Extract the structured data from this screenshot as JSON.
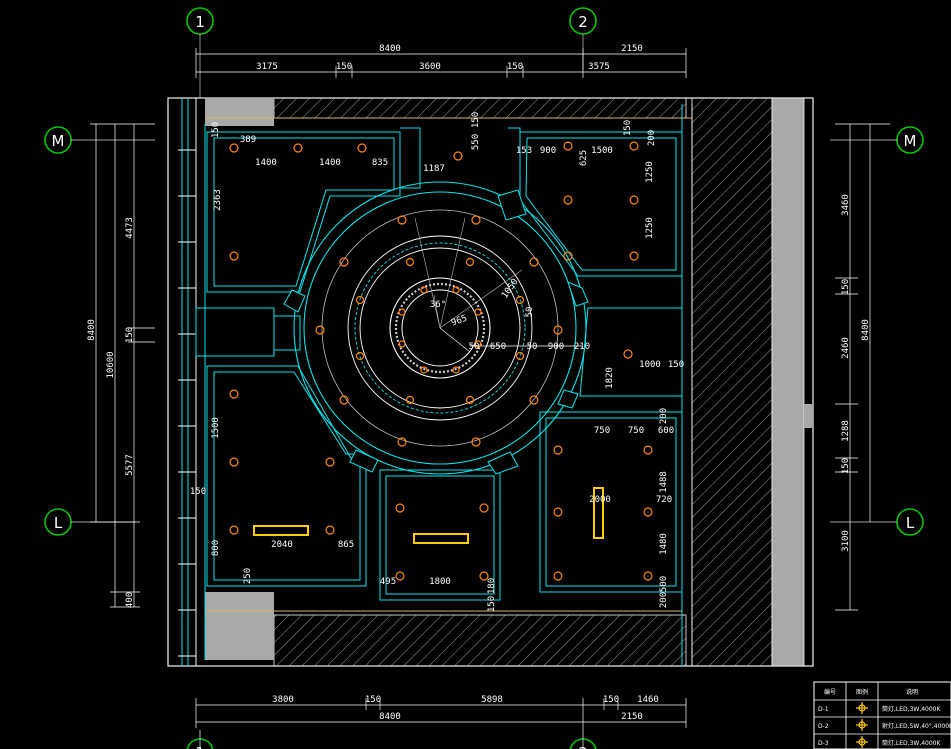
{
  "grid": {
    "col1": "1",
    "col2": "2",
    "rowM": "M",
    "rowL": "L"
  },
  "top_dims": {
    "overall": "8400",
    "right_ext": "2150",
    "segments": [
      "3175",
      "150",
      "3600",
      "150",
      "3575"
    ]
  },
  "bottom_dims": {
    "segments": [
      "3800",
      "150",
      "5898",
      "150",
      "1460"
    ],
    "overall": "8400",
    "right_ext": "2150"
  },
  "left_dims": {
    "overall": "8400",
    "total": "10600",
    "upper": "4473",
    "mid": "150",
    "lower": "5577",
    "base": "400"
  },
  "right_dims": {
    "overall": "8400",
    "segments": [
      "3460",
      "150",
      "2460",
      "1288",
      "150",
      "3100"
    ]
  },
  "room_dims": {
    "tl_a": "1400",
    "tl_b": "1400",
    "tl_c": "835",
    "tl_d": "389",
    "tl_e": "150",
    "tl_v": "2363",
    "notch": "1187",
    "notch_v": "550",
    "notch_b": "150",
    "tr_a": "153",
    "tr_b": "900",
    "tr_c": "1500",
    "tr_d": "625",
    "tr_e": "150",
    "tr_v1": "1250",
    "tr_v2": "1250",
    "tr_side": "200",
    "ring_angle": "36°",
    "ring_radius": "965",
    "ring_r2": "1050",
    "ring_a": "50",
    "ring_b": "650",
    "ring_c": "50",
    "ring_d": "900",
    "ring_e": "210",
    "ring_f": "50",
    "mr_v": "1820",
    "mr_h": "1000",
    "mr_s": "150",
    "br_a": "750",
    "br_b": "750",
    "br_c": "600",
    "br_d": "200",
    "br_v1": "1488",
    "br_w": "2000",
    "br_x": "720",
    "br_v2": "1480",
    "br_y": "200",
    "br_z": "500",
    "bl_v": "1500",
    "bl_s": "150",
    "bl_w": "2040",
    "bl_x": "865",
    "bl_v2": "800",
    "bl_y": "250",
    "bc_a": "495",
    "bc_w": "1800",
    "bc_v": "180",
    "bc_z": "150"
  },
  "legend": {
    "headers": [
      "编号",
      "图例",
      "说明"
    ],
    "rows": [
      {
        "code": "D-1",
        "desc": "筒灯,LED,3W,4000K"
      },
      {
        "code": "D-2",
        "desc": "射灯,LED,5W,40°,4000K"
      },
      {
        "code": "D-3",
        "desc": "筒灯,LED,3W,4000K"
      }
    ]
  },
  "colors": {
    "background": "#000000",
    "wall": "#f4f4f4",
    "ceiling": "#00e5ee",
    "dimension": "#ffffff",
    "grid_bubble": "#00c800",
    "light": "#ff8800",
    "fixture": "#ffcc00",
    "hatch": "#9a9a9a",
    "filled": "#a9a9a9",
    "trim": "#d9b86a"
  }
}
